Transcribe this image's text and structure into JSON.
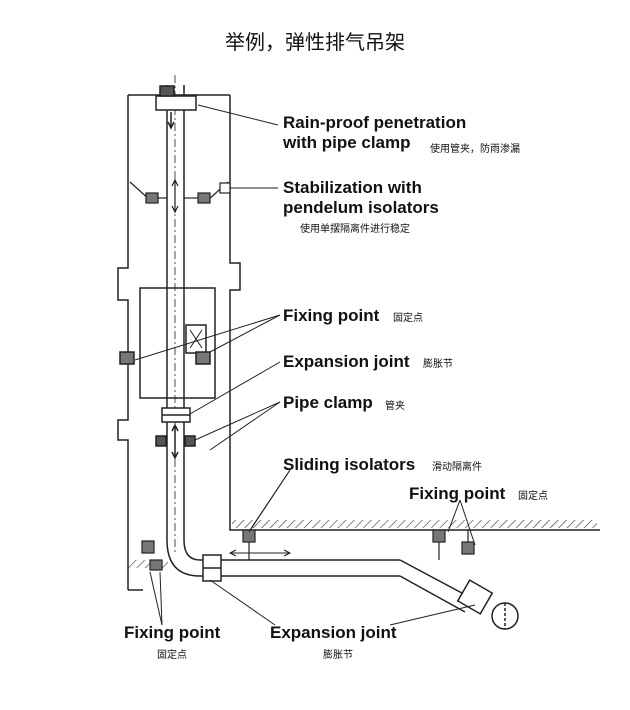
{
  "page": {
    "title": "举例，弹性排气吊架"
  },
  "labels": {
    "rain_proof": {
      "en_1": "Rain-proof penetration",
      "en_2": "with pipe clamp",
      "cn": "使用管夹，防雨渗漏"
    },
    "stabilization": {
      "en_1": "Stabilization with",
      "en_2": "pendelum isolators",
      "cn": "使用单摆隔离件进行稳定"
    },
    "fixing_point_upper": {
      "en": "Fixing point",
      "cn": "固定点"
    },
    "expansion_joint_upper": {
      "en": "Expansion joint",
      "cn": "膨胀节"
    },
    "pipe_clamp": {
      "en": "Pipe clamp",
      "cn": "管夹"
    },
    "sliding_isolators": {
      "en": "Sliding isolators",
      "cn": "滑动隔离件"
    },
    "fixing_point_right": {
      "en": "Fixing point",
      "cn": "固定点"
    },
    "fixing_point_bottom": {
      "en": "Fixing point",
      "cn": "固定点"
    },
    "expansion_joint_bottom": {
      "en": "Expansion joint",
      "cn": "膨胀节"
    }
  },
  "colors": {
    "line": "#222222",
    "hatch": "#333333",
    "background": "#ffffff"
  }
}
